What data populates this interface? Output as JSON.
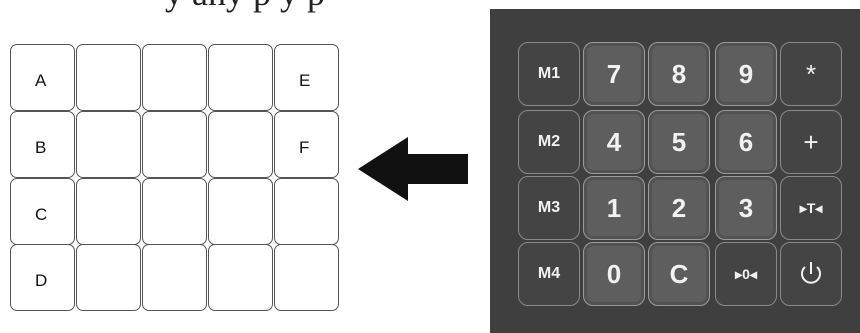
{
  "header_text": "y any  p   y  p",
  "template_grid": {
    "row_labels_left": [
      "A",
      "B",
      "C",
      "D"
    ],
    "row_labels_right": [
      "E",
      "F",
      "",
      ""
    ]
  },
  "arrow": {
    "icon": "left-arrow-icon",
    "color": "#111111"
  },
  "keypad": {
    "background": "#3f3f3f",
    "rows": [
      [
        {
          "label": "M1",
          "kind": "mem"
        },
        {
          "label": "7",
          "kind": "num"
        },
        {
          "label": "8",
          "kind": "num"
        },
        {
          "label": "9",
          "kind": "num"
        },
        {
          "label": "*",
          "kind": "op"
        }
      ],
      [
        {
          "label": "M2",
          "kind": "mem"
        },
        {
          "label": "4",
          "kind": "num"
        },
        {
          "label": "5",
          "kind": "num"
        },
        {
          "label": "6",
          "kind": "num"
        },
        {
          "label": "+",
          "kind": "op"
        }
      ],
      [
        {
          "label": "M3",
          "kind": "mem"
        },
        {
          "label": "1",
          "kind": "num"
        },
        {
          "label": "2",
          "kind": "num"
        },
        {
          "label": "3",
          "kind": "num"
        },
        {
          "label": "▸T◂",
          "kind": "small"
        }
      ],
      [
        {
          "label": "M4",
          "kind": "mem"
        },
        {
          "label": "0",
          "kind": "num"
        },
        {
          "label": "C",
          "kind": "num"
        },
        {
          "label": "▸0◂",
          "kind": "small"
        },
        {
          "label": "",
          "kind": "power",
          "icon": "power-icon"
        }
      ]
    ]
  }
}
